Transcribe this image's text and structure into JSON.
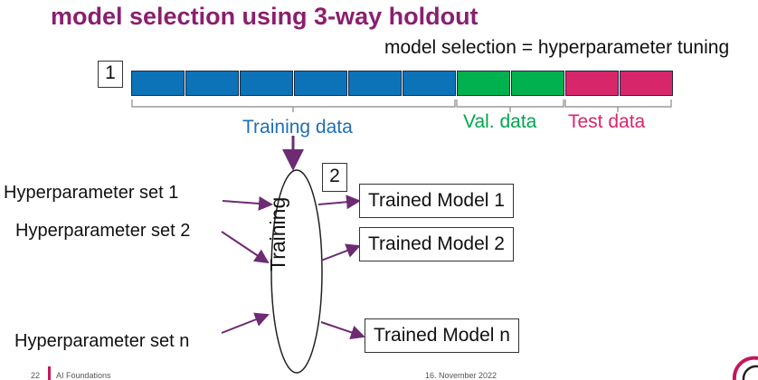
{
  "title": "model selection using 3-way holdout",
  "subtitle": "model selection = hyperparameter tuning",
  "steps": {
    "step1": "1",
    "step2": "2"
  },
  "data_segments": {
    "training": "Training data",
    "validation": "Val. data",
    "test": "Test data"
  },
  "bar_counts": {
    "training": 6,
    "validation": 2,
    "test": 2
  },
  "colors": {
    "training": "#0c73b8",
    "validation": "#00b150",
    "test": "#d8266a",
    "title": "#8a1f6e",
    "arrows": "#6d2b73"
  },
  "hyperparameters": [
    "Hyperparameter set 1",
    "Hyperparameter set 2",
    "Hyperparameter set n"
  ],
  "process_label": "Training",
  "models": [
    "Trained Model 1",
    "Trained Model 2",
    "Trained Model n"
  ],
  "footer": {
    "page": "22",
    "course": "AI Foundations",
    "date": "16. November 2022"
  }
}
